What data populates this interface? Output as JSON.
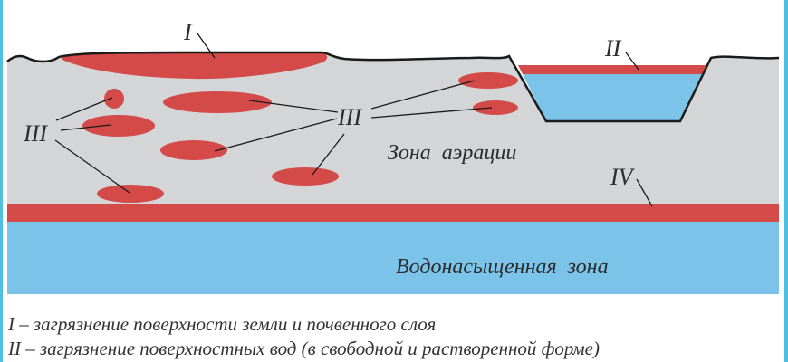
{
  "labels": {
    "I": "I",
    "II": "II",
    "III_left": "III",
    "III_mid": "III",
    "IV": "IV",
    "aeration_zone": "Зона  аэрации",
    "saturated_zone": "Водонасыщенная  зона"
  },
  "legend": [
    "I – загрязнение поверхности земли и почвенного слоя",
    "II – загрязнение поверхностных вод (в свободной и растворенной форме)"
  ],
  "colors": {
    "soil": "#d4d5d6",
    "pollution": "#d44a48",
    "water": "#7cc3ea",
    "border": "#4fc0e0"
  }
}
